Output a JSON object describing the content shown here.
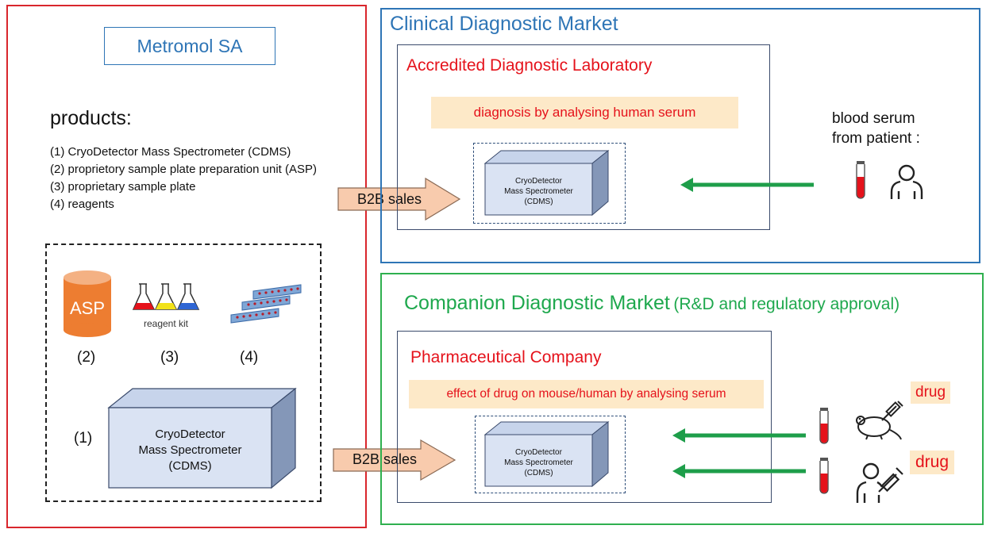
{
  "company": {
    "name": "Metromol SA",
    "products_heading": "products:",
    "products": [
      "(1) CryoDetector Mass Spectrometer (CDMS)",
      "(2) proprietory sample plate preparation unit (ASP)",
      "(3) proprietary sample plate",
      "(4) reagents"
    ],
    "asp_label": "ASP",
    "reagent_kit_label": "reagent kit",
    "num_2": "(2)",
    "num_3": "(3)",
    "num_4": "(4)",
    "num_1": "(1)",
    "cdms_big": [
      "CryoDetector",
      "Mass Spectrometer",
      "(CDMS)"
    ]
  },
  "sales_arrows": [
    "B2B sales",
    "B2B sales"
  ],
  "clinical": {
    "market_title": "Clinical Diagnostic Market",
    "lab_title": "Accredited Diagnostic Laboratory",
    "task": "diagnosis by analysing human serum",
    "cdms_small": [
      "CryoDetector",
      "Mass Spectrometer",
      "(CDMS)"
    ],
    "serum_label_1": "blood serum",
    "serum_label_2": "from patient :"
  },
  "companion": {
    "market_title": "Companion Diagnostic Market",
    "market_subtitle": "(R&D and regulatory approval)",
    "company_title": "Pharmaceutical Company",
    "task": "effect of drug on mouse/human by analysing serum",
    "cdms_small": [
      "CryoDetector",
      "Mass Spectrometer",
      "(CDMS)"
    ],
    "drug_label_1": "drug",
    "drug_label_2": "drug"
  },
  "colors": {
    "red": "#d9262c",
    "blue": "#2e75b6",
    "green": "#2fb04f",
    "highlight": "#fde9c8",
    "cube_face": "#dae3f3",
    "asp_orange": "#ed7d31",
    "arrow_fill": "#f8cbad"
  }
}
